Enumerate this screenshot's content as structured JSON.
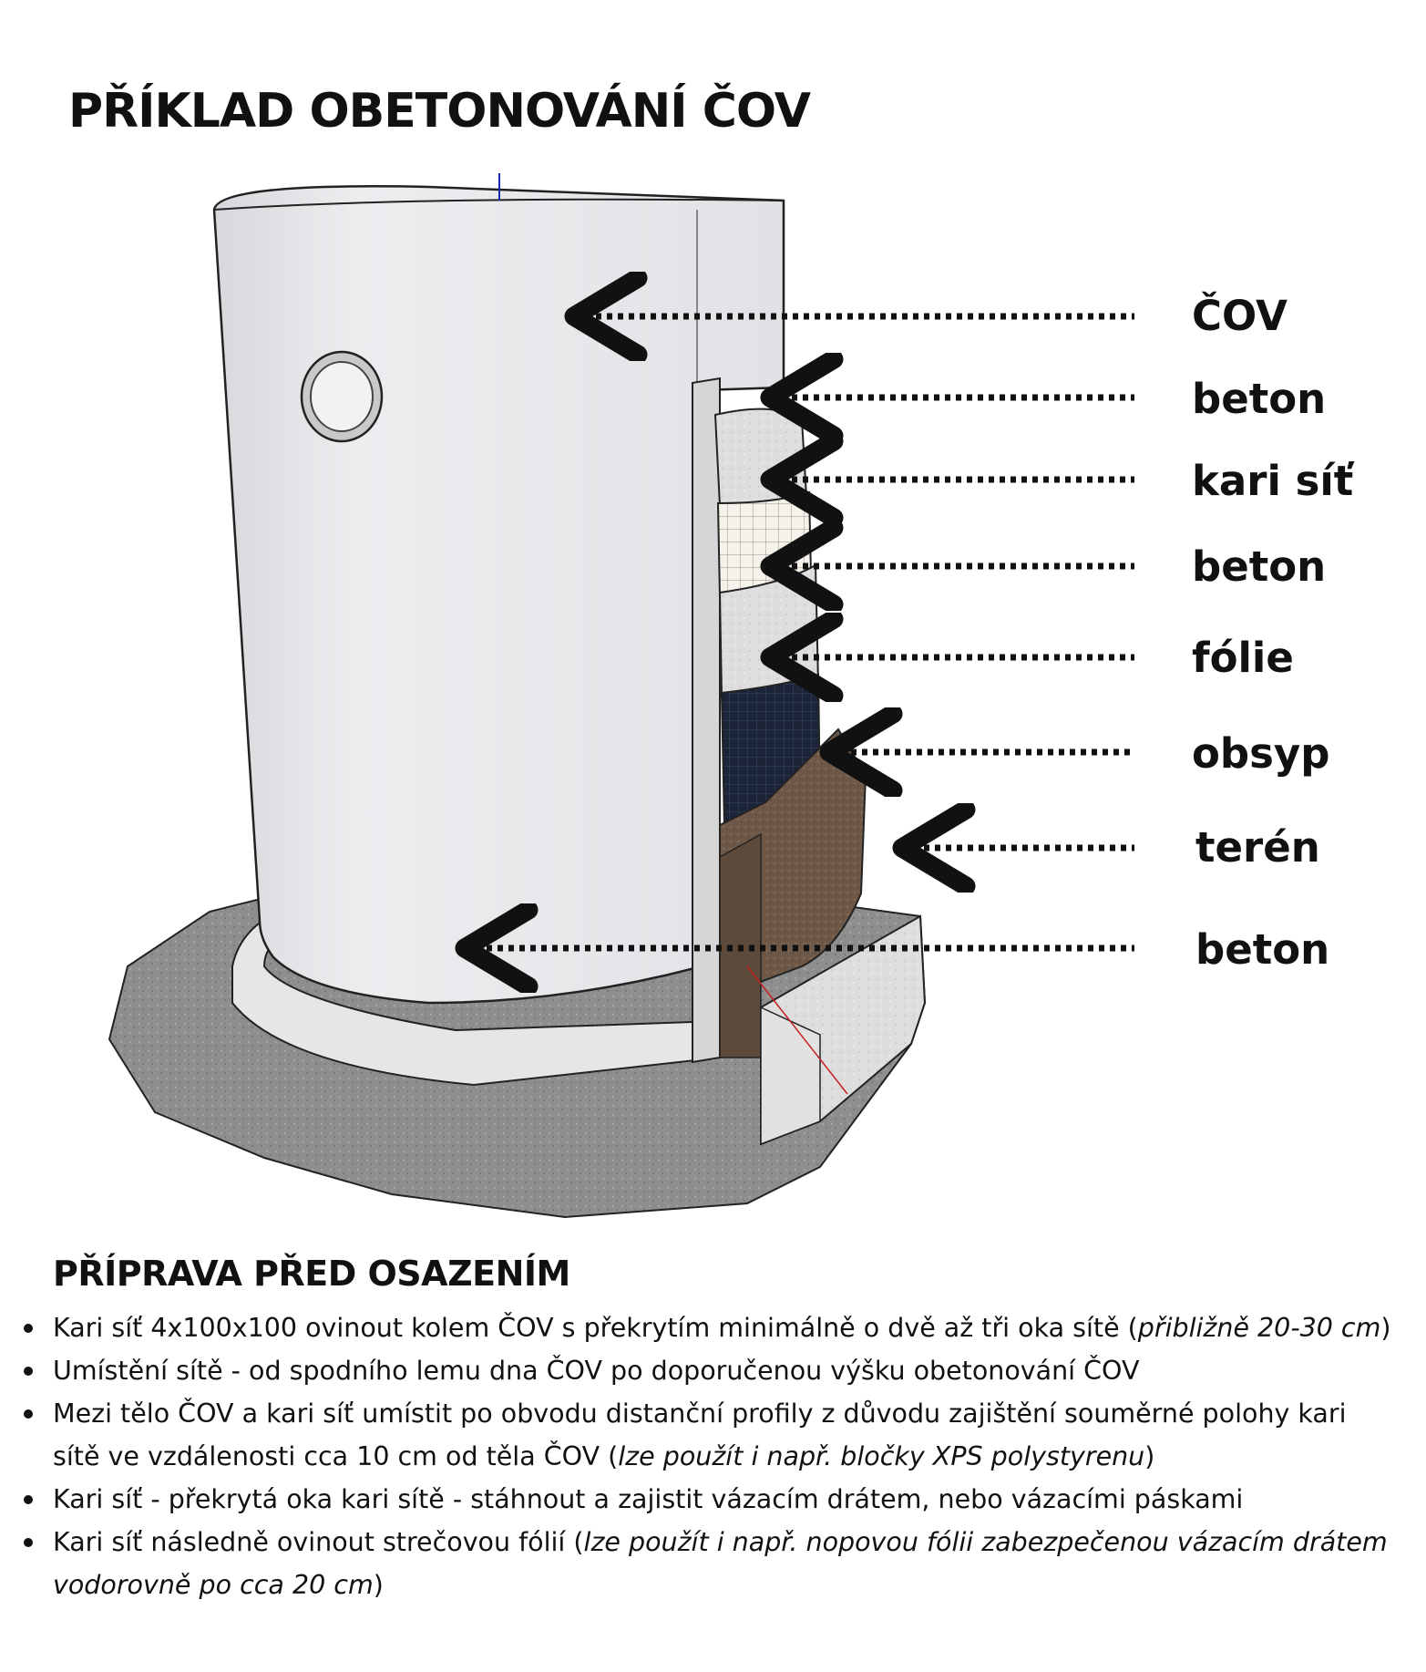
{
  "title": "PŘÍKLAD OBETONOVÁNÍ ČOV",
  "layers": [
    {
      "label": "ČOV"
    },
    {
      "label": "beton"
    },
    {
      "label": "kari síť"
    },
    {
      "label": "beton"
    },
    {
      "label": "fólie"
    },
    {
      "label": "obsyp"
    },
    {
      "label": "terén"
    },
    {
      "label": "beton"
    }
  ],
  "colors": {
    "tank": "#e8e8ea",
    "concrete": "#dcdcdc",
    "foil": "#1c2538",
    "backfill": "#6b5646",
    "terrain": "#8d8d8d",
    "arrow": "#111111"
  },
  "preparation": {
    "heading": "PŘÍPRAVA PŘED OSAZENÍM",
    "items": [
      {
        "text": "Kari síť 4x100x100 ovinout kolem ČOV s překrytím minimálně o dvě až tři oka sítě (",
        "italic": "přibližně 20-30 cm",
        "suffix": ")"
      },
      {
        "text": "Umístění sítě - od spodního lemu dna ČOV po doporučenou výšku obetonování ČOV",
        "italic": "",
        "suffix": ""
      },
      {
        "text": "Mezi tělo ČOV a kari síť umístit po obvodu distanční profily z důvodu zajištění souměrné polohy kari sítě ve vzdálenosti cca 10 cm od těla ČOV (",
        "italic": "lze použít i např. bločky XPS polystyrenu",
        "suffix": ")"
      },
      {
        "text": "Kari síť - překrytá oka kari sítě - stáhnout a zajistit vázacím drátem, nebo vázacími páskami",
        "italic": "",
        "suffix": ""
      },
      {
        "text": "Kari síť následně ovinout strečovou fólií (",
        "italic": "lze použít i např. nopovou fólii zabezpečenou vázacím drátem vodorovně po cca 20 cm",
        "suffix": ")"
      }
    ]
  }
}
